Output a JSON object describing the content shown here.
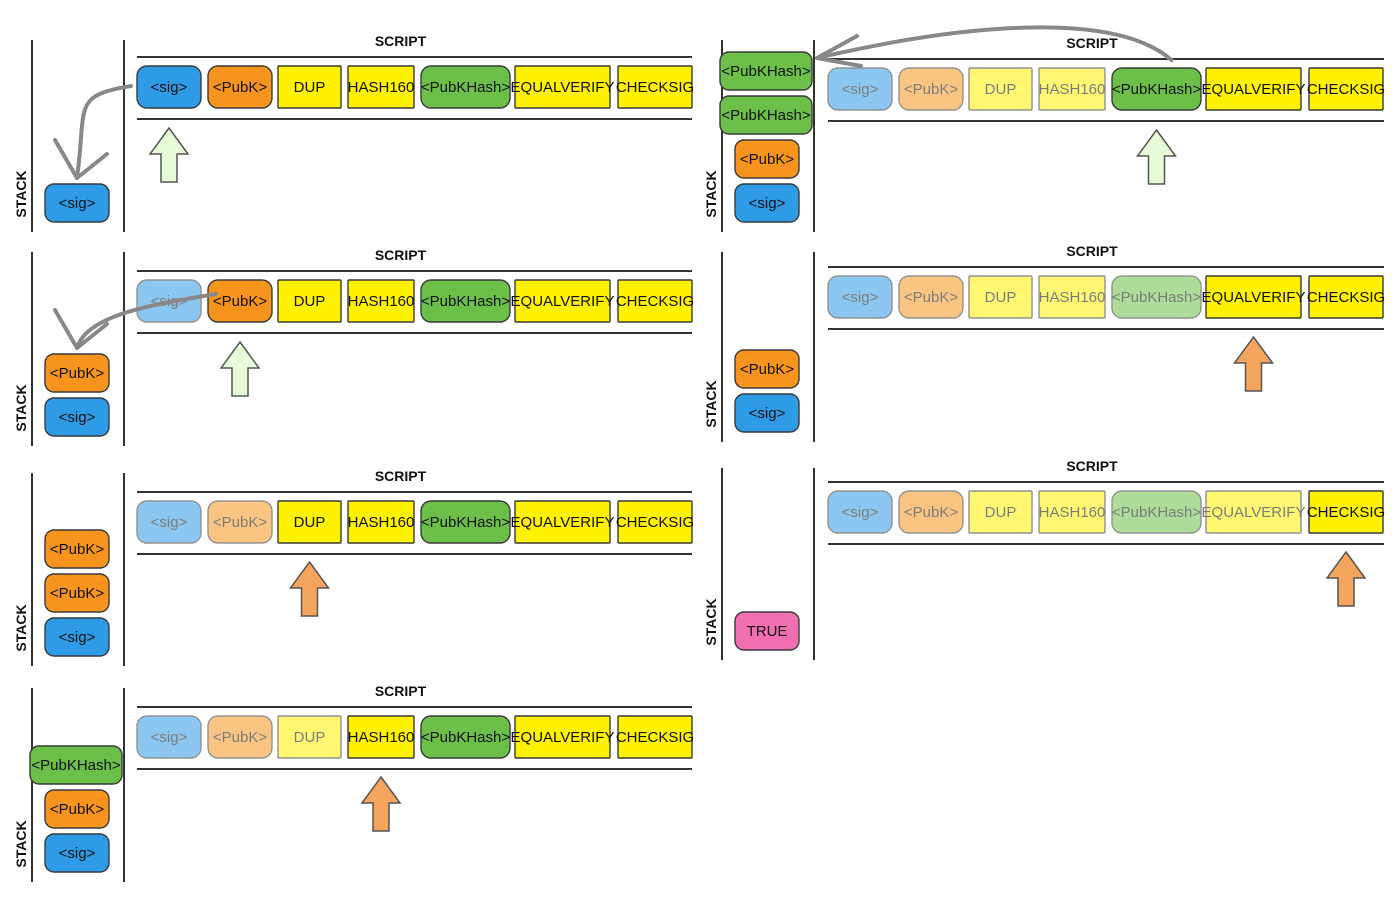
{
  "labels": {
    "script": "SCRIPT",
    "stack": "STACK"
  },
  "ops": {
    "sig": "<sig>",
    "pubk": "<PubK>",
    "dup": "DUP",
    "hash160": "HASH160",
    "pubkhash": "<PubKHash>",
    "equalverify": "EQUALVERIFY",
    "checksig": "CHECKSIG",
    "true": "TRUE"
  },
  "colors": {
    "sig": "#2f9be6",
    "pubk": "#f7941d",
    "dup": "#fff200",
    "hash160": "#fff200",
    "pubkhash": "#6cc04a",
    "equalverify": "#fff200",
    "checksig": "#fff200",
    "true": "#f06fb0",
    "pointer_push": "#e8fbd8",
    "pointer_exec": "#f6a55f",
    "line": "#333333",
    "curve": "#888888"
  },
  "script_sequence": [
    "sig",
    "pubk",
    "dup",
    "hash160",
    "pubkhash",
    "equalverify",
    "checksig"
  ],
  "steps": [
    {
      "pointer": 0,
      "pointer_kind": "push",
      "processed": 0,
      "stack": [
        "sig"
      ],
      "push_arrow": true
    },
    {
      "pointer": 1,
      "pointer_kind": "push",
      "processed": 1,
      "stack": [
        "pubk",
        "sig"
      ],
      "push_arrow": true
    },
    {
      "pointer": 2,
      "pointer_kind": "exec",
      "processed": 2,
      "stack": [
        "pubk",
        "pubk",
        "sig"
      ],
      "push_arrow": false
    },
    {
      "pointer": 3,
      "pointer_kind": "exec",
      "processed": 3,
      "stack": [
        "pubkhash",
        "pubk",
        "sig"
      ],
      "push_arrow": false
    },
    {
      "pointer": 4,
      "pointer_kind": "push",
      "processed": 4,
      "stack": [
        "pubkhash",
        "pubkhash",
        "pubk",
        "sig"
      ],
      "push_arrow": true
    },
    {
      "pointer": 5,
      "pointer_kind": "exec",
      "processed": 5,
      "stack": [
        "pubk",
        "sig"
      ],
      "push_arrow": false
    },
    {
      "pointer": 6,
      "pointer_kind": "exec",
      "processed": 6,
      "stack": [
        "true"
      ],
      "push_arrow": false
    }
  ]
}
